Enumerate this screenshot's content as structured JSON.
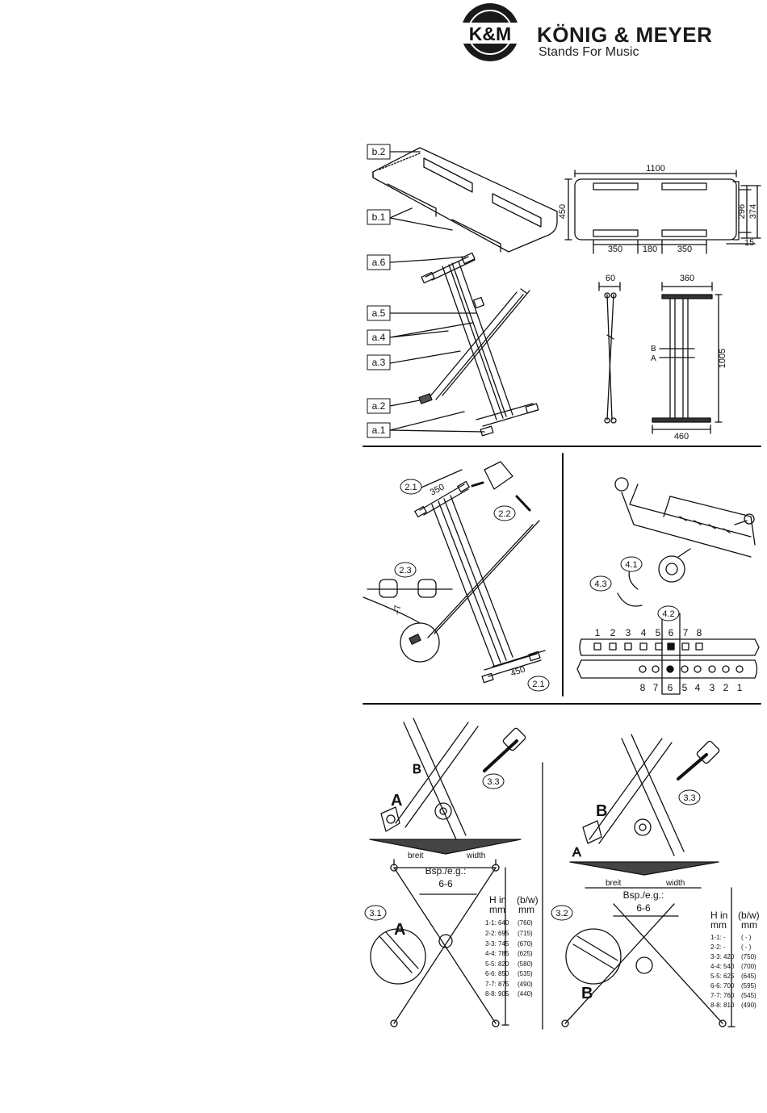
{
  "header": {
    "logo_text": "K&M",
    "brand": "KÖNIG & MEYER",
    "slogan": "Stands For Music"
  },
  "parts": {
    "labels": [
      "b.2",
      "b.1",
      "a.6",
      "a.5",
      "a.4",
      "a.3",
      "a.2",
      "a.1"
    ]
  },
  "dimensions": {
    "top_width": "1100",
    "top_depth": "450",
    "side_296": "296",
    "side_374": "374",
    "side_15": "15",
    "gap_350_left": "350",
    "gap_180": "180",
    "gap_350_right": "350",
    "side_60": "60",
    "front_360": "360",
    "height_1005": "1005",
    "base_460": "460",
    "mark_B": "B",
    "mark_A": "A"
  },
  "assembly": {
    "step_2_1_top": "2.1",
    "dim_350": "350",
    "step_2_2": "2.2",
    "step_2_3": "2.3",
    "dim_7": "~7",
    "dim_450": "450",
    "step_2_1_bottom": "2.1",
    "step_4_1": "4.1",
    "step_4_3": "4.3",
    "step_4_2": "4.2",
    "top_numbers": [
      "1",
      "2",
      "3",
      "4",
      "5",
      "6",
      "7",
      "8"
    ],
    "bottom_numbers": [
      "8",
      "7",
      "6",
      "5",
      "4",
      "3",
      "2",
      "1"
    ]
  },
  "height_left": {
    "step_3_3": "3.3",
    "label_A": "A",
    "label_B": "B",
    "breit": "breit",
    "width": "width",
    "example": "Bsp./e.g.:",
    "example_value": "6-6",
    "step_3_1": "3.1",
    "detail_A": "A",
    "col_h": "H in",
    "col_h_unit": "mm",
    "col_bw": "(b/w)",
    "col_bw_unit": "mm",
    "rows": [
      [
        "1-1: 640",
        "(760)"
      ],
      [
        "2-2: 695",
        "(715)"
      ],
      [
        "3-3: 745",
        "(670)"
      ],
      [
        "4-4: 785",
        "(625)"
      ],
      [
        "5-5: 820",
        "(580)"
      ],
      [
        "6-6: 850",
        "(535)"
      ],
      [
        "7-7: 875",
        "(490)"
      ],
      [
        "8-8: 905",
        "(440)"
      ]
    ]
  },
  "height_right": {
    "step_3_3": "3.3",
    "label_B": "B",
    "label_A": "A",
    "breit": "breit",
    "width": "width",
    "example": "Bsp./e.g.:",
    "example_value": "6-6",
    "step_3_2": "3.2",
    "detail_B": "B",
    "col_h": "H in",
    "col_h_unit": "mm",
    "col_bw": "(b/w)",
    "col_bw_unit": "mm",
    "rows": [
      [
        "1-1:  -",
        "( - )"
      ],
      [
        "2-2:  -",
        "( - )"
      ],
      [
        "3-3: 420",
        "(750)"
      ],
      [
        "4-4: 540",
        "(700)"
      ],
      [
        "5-5: 625",
        "(645)"
      ],
      [
        "6-6: 700",
        "(595)"
      ],
      [
        "7-7: 760",
        "(545)"
      ],
      [
        "8-8: 810",
        "(490)"
      ]
    ]
  }
}
